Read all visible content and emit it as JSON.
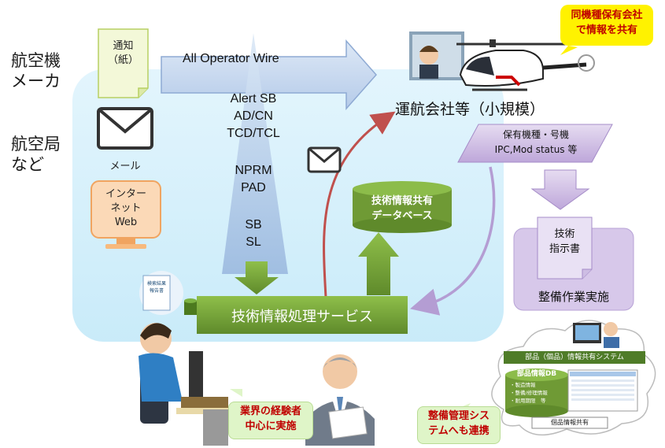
{
  "left_labels": {
    "manufacturer_line1": "航空機",
    "manufacturer_line2": "メーカ",
    "authority_line1": "航空局",
    "authority_line2": "など"
  },
  "notice_paper": {
    "line1": "通知",
    "line2": "（紙）"
  },
  "mail_label": "メール",
  "internet": {
    "line1": "インター",
    "line2": "ネット",
    "line3": "Web"
  },
  "wire_label": "All Operator Wire",
  "document_types": [
    "Alert SB",
    "AD/CN",
    "TCD/TCL",
    "NPRM",
    "PAD",
    "SB",
    "SL"
  ],
  "operator_title": "運航会社等（小規模）",
  "share_callout": {
    "line1": "同機種保有会社",
    "line2": "で情報を共有"
  },
  "fleet_info": {
    "line1": "保有機種・号機",
    "line2": "IPC,Mod status 等"
  },
  "tech_instruction": {
    "line1": "技術",
    "line2": "指示書"
  },
  "maintenance_label": "整備作業実施",
  "database": {
    "line1": "技術情報共有",
    "line2": "データベース"
  },
  "service_label": "技術情報処理サービス",
  "report_doc": {
    "line1": "検索結果",
    "line2": "報告書"
  },
  "experts_callout": {
    "line1": "業界の経験者",
    "line2": "中心に実施"
  },
  "parts_system": {
    "title": "部品（個品）情報共有システム",
    "db_title": "部品情報DB",
    "items": [
      "・製造情報",
      "・整備/修理情報",
      "・耐用期限　等"
    ],
    "footer": "個品情報共有"
  },
  "mgmt_callout": {
    "line1": "整備管理シス",
    "line2": "テムへも連携"
  },
  "colors": {
    "panel": "#d6f0fb",
    "arrow_blue": "#c7d8ef",
    "green": "#6f9a35",
    "purple": "#c9b5e0",
    "red_arrow": "#c0504d"
  }
}
